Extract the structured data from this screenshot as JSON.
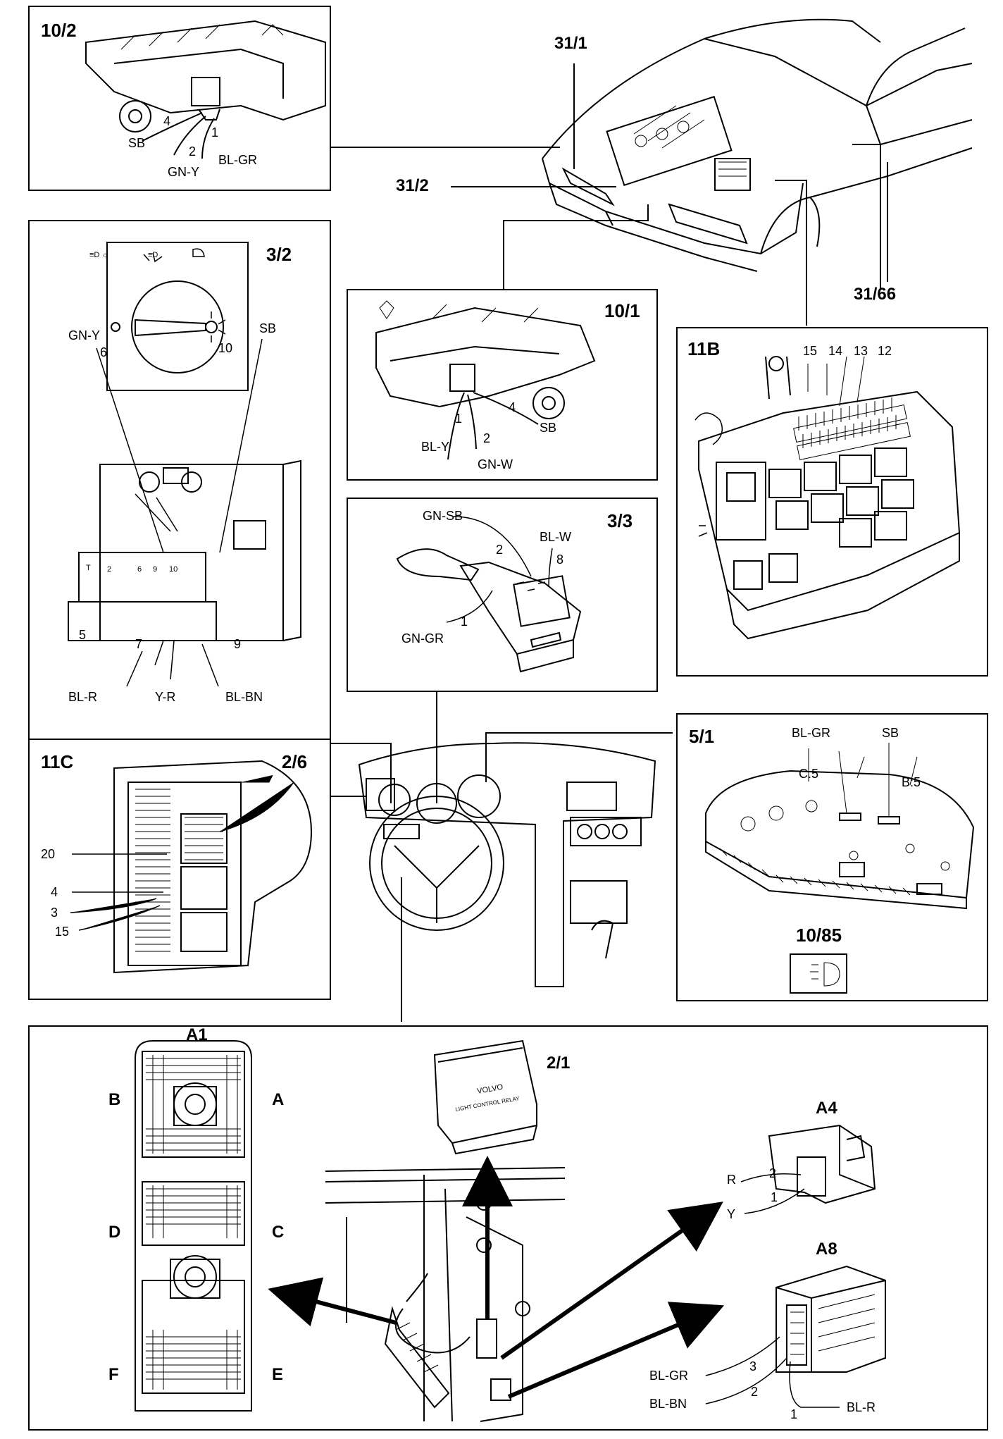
{
  "refs": {
    "ref_31_1": "31/1",
    "ref_31_2": "31/2",
    "ref_31_66": "31/66"
  },
  "panel_10_2": {
    "title": "10/2",
    "pins": [
      "4",
      "2",
      "1"
    ],
    "wires": [
      "SB",
      "GN-Y",
      "BL-GR"
    ]
  },
  "panel_3_2": {
    "title": "3/2",
    "pins": [
      "6",
      "10",
      "5",
      "7",
      "9"
    ],
    "wires": [
      "GN-Y",
      "SB",
      "BL-R",
      "Y-R",
      "BL-BN"
    ]
  },
  "panel_10_1": {
    "title": "10/1",
    "pins": [
      "1",
      "2",
      "4"
    ],
    "wires": [
      "BL-Y",
      "GN-W",
      "SB"
    ]
  },
  "panel_11b": {
    "title": "11B",
    "pins": [
      "15",
      "14",
      "13",
      "12"
    ]
  },
  "panel_3_3": {
    "title": "3/3",
    "pins": [
      "2",
      "8",
      "1"
    ],
    "wires": [
      "GN-SB",
      "BL-W",
      "GN-GR"
    ]
  },
  "panel_11c": {
    "title": "11C",
    "sub": "2/6",
    "pins": [
      "20",
      "4",
      "3",
      "15"
    ]
  },
  "panel_5_1": {
    "title": "5/1",
    "wires": [
      "BL-GR",
      "SB"
    ],
    "connectors": [
      "C:5",
      "B:5"
    ],
    "sub": "10/85"
  },
  "panel_bottom": {
    "a1": "A1",
    "a1_sections": [
      "B",
      "A",
      "D",
      "C",
      "F",
      "E"
    ],
    "relay": "2/1",
    "relay_text": [
      "VOLVO",
      "LIGHT CONTROL RELAY"
    ],
    "a4": "A4",
    "a4_pins": [
      "2",
      "1"
    ],
    "a4_wires": [
      "R",
      "Y"
    ],
    "a8": "A8",
    "a8_pins": [
      "3",
      "2",
      "1"
    ],
    "a8_wires": [
      "BL-GR",
      "BL-BN",
      "BL-R"
    ]
  },
  "icons": [
    "headlight-symbol-icon",
    "fog-light-symbol-icon",
    "light-switch-icon"
  ]
}
